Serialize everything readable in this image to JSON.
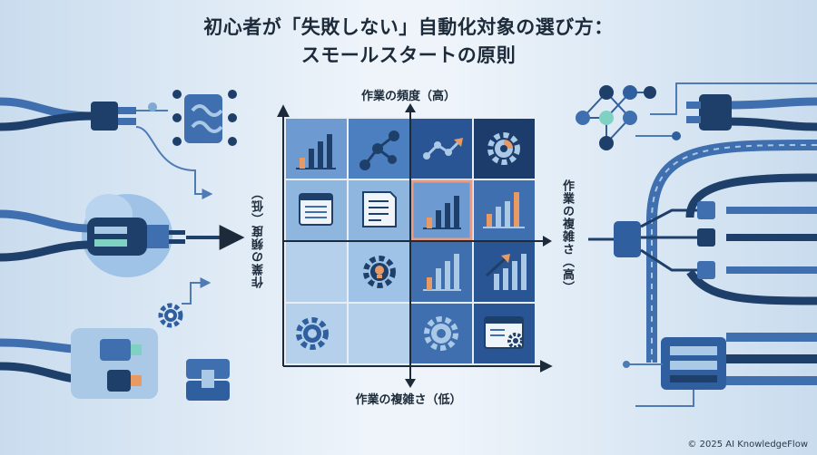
{
  "title": {
    "line1": "初心者が「失敗しない」自動化対象の選び方：",
    "line2": "スモールスタートの原則"
  },
  "axes": {
    "top": "作業の頻度（高）",
    "bottom": "作業の複雑さ（低）",
    "left": "作業の頻度（低）",
    "right": "作業の複雑さ（高）"
  },
  "matrix": {
    "rows": 4,
    "cols": 4,
    "highlight_cell": "row2-col3",
    "highlight_color": "#e89a84"
  },
  "icons": {
    "row1": [
      "bar-chart-icon",
      "network-icon",
      "trend-arrow-icon",
      "gear-chart-icon"
    ],
    "row2": [
      "list-document-icon",
      "notes-document-icon",
      "bar-chart-icon",
      "bar-chart-icon"
    ],
    "row3": [
      "",
      "lightbulb-gear-icon",
      "bar-chart-icon",
      "growth-chart-icon"
    ],
    "row4": [
      "gear-icon",
      "",
      "gear-icon",
      "browser-gear-icon"
    ]
  },
  "colors": {
    "dark_blue": "#1e3f6a",
    "mid_blue": "#3f6fae",
    "light_blue": "#a9c9e6",
    "accent_orange": "#e99a63",
    "accent_teal": "#7fd1c3"
  },
  "copyright": "© 2025 AI KnowledgeFlow"
}
